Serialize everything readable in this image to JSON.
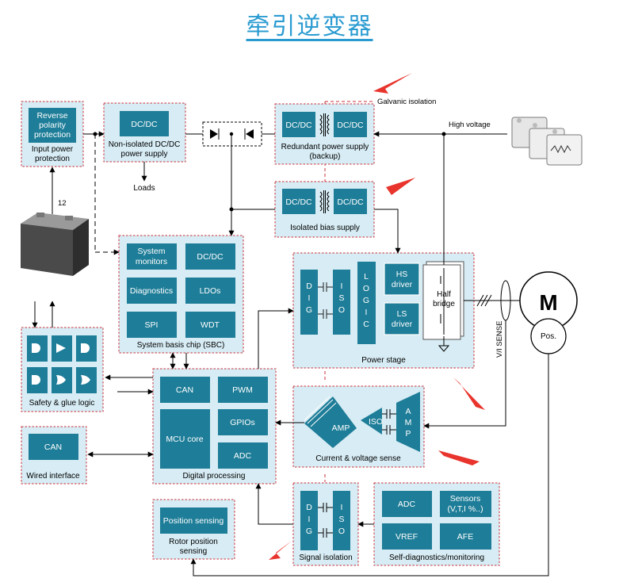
{
  "title": "牵引逆变器",
  "blocks": {
    "input_protection": {
      "chip": [
        "Reverse",
        "polarity",
        "protection"
      ],
      "label": [
        "Input power",
        "protection"
      ]
    },
    "non_isolated": {
      "chip": "DC/DC",
      "label": [
        "Non-isolated DC/DC",
        "power supply"
      ]
    },
    "redundant": {
      "left": "DC/DC",
      "right": "DC/DC",
      "label": [
        "Redundant power supply",
        "(backup)"
      ]
    },
    "isolated_bias": {
      "left": "DC/DC",
      "right": "DC/DC",
      "label": "Isolated bias supply"
    },
    "sbc": {
      "chips": [
        [
          "System",
          "monitors"
        ],
        "DC/DC",
        "Diagnostics",
        "LDOs",
        "SPI",
        "WDT"
      ],
      "label": "System basis chip (SBC)"
    },
    "safety": {
      "label": "Safety & glue logic"
    },
    "digital": {
      "can": "CAN",
      "pwm": "PWM",
      "mcu": "MCU core",
      "gpios": "GPIOs",
      "adc": "ADC",
      "label": "Digital processing"
    },
    "wired": {
      "chip": "CAN",
      "label": "Wired interface"
    },
    "power_stage": {
      "dig": [
        "D",
        "I",
        "G"
      ],
      "iso": [
        "I",
        "S",
        "O"
      ],
      "logic": [
        "L",
        "O",
        "G",
        "I",
        "C"
      ],
      "hs": [
        "HS",
        "driver"
      ],
      "ls": [
        "LS",
        "driver"
      ],
      "bridge": [
        "Half",
        "bridge"
      ],
      "label": "Power stage"
    },
    "cv_sense": {
      "amp_left": "AMP",
      "iso": "ISO",
      "amp_right": [
        "A",
        "M",
        "P"
      ],
      "label": "Current & voltage sense"
    },
    "position": {
      "chip": "Position sensing",
      "label": [
        "Rotor position",
        "sensing"
      ]
    },
    "signal_iso": {
      "dig": [
        "D",
        "I",
        "G"
      ],
      "iso": [
        "I",
        "S",
        "O"
      ],
      "label": "Signal isolation"
    },
    "self_diag": {
      "chips": [
        "ADC",
        [
          "Sensors",
          "(V,T,I %..)"
        ],
        "VREF",
        "AFE"
      ],
      "label": "Self-diagnostics/monitoring"
    }
  },
  "labels": {
    "loads": "Loads",
    "twelve": "12",
    "galvanic": "Galvanic isolation",
    "high_voltage": "High voltage",
    "vi_sense": "V/I SENSE",
    "motor": "M",
    "pos": "Pos."
  },
  "colors": {
    "block_fill": "#d7ecf4",
    "chip_fill": "#1e7d98",
    "dash_border": "#c8323a",
    "title": "#2a9bd1",
    "callout_arrow": "#e8342c"
  }
}
